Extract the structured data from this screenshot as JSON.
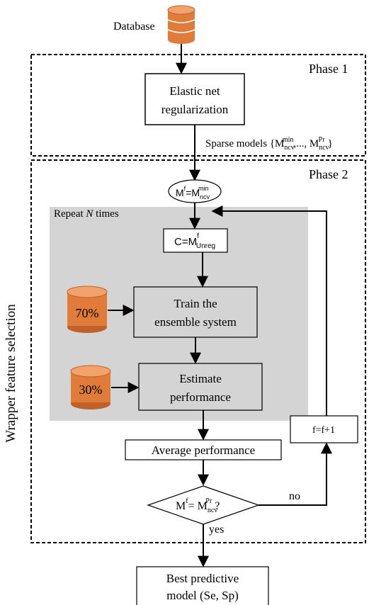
{
  "database_label": "Database",
  "phase1": {
    "label": "Phase 1",
    "box_line1": "Elastic net",
    "box_line2": "regularization",
    "sparse_prefix": "Sparse models {M",
    "sparse_sub1": "ncv",
    "sparse_sup1": "min",
    "sparse_mid": ",..., M",
    "sparse_sub2": "ncv",
    "sparse_sup2": "Pr",
    "sparse_close": "}"
  },
  "phase2": {
    "label": "Phase 2",
    "init_m": "M",
    "init_sup_f": "f",
    "init_eq": "=M",
    "init_sub": "ncv",
    "init_sup": "min",
    "c_prefix": "C=M",
    "c_sup": "f",
    "c_sub": "Unreg",
    "repeat_prefix": "Repeat ",
    "repeat_n": "N",
    "repeat_suffix": " times",
    "train_line1": "Train the",
    "train_line2": "ensemble system",
    "pct70": "70%",
    "estimate_line1": "Estimate",
    "estimate_line2": "performance",
    "pct30": "30%",
    "average": "Average performance",
    "dec_m": "M",
    "dec_sup_f": "f",
    "dec_eq": "= M",
    "dec_sub": "ncv",
    "dec_sup": "Pr",
    "dec_q": "?",
    "no_label": "no",
    "yes_label": "yes",
    "increment": "f=f+1"
  },
  "side_label": "Wrapper feature selection",
  "best_line1": "Best predictive",
  "best_line2": "model (Se, Sp)",
  "colors": {
    "cylinder": "#e07b39",
    "cylinder_dark": "#c0612a",
    "repeat_bg": "#d4d4d4"
  }
}
